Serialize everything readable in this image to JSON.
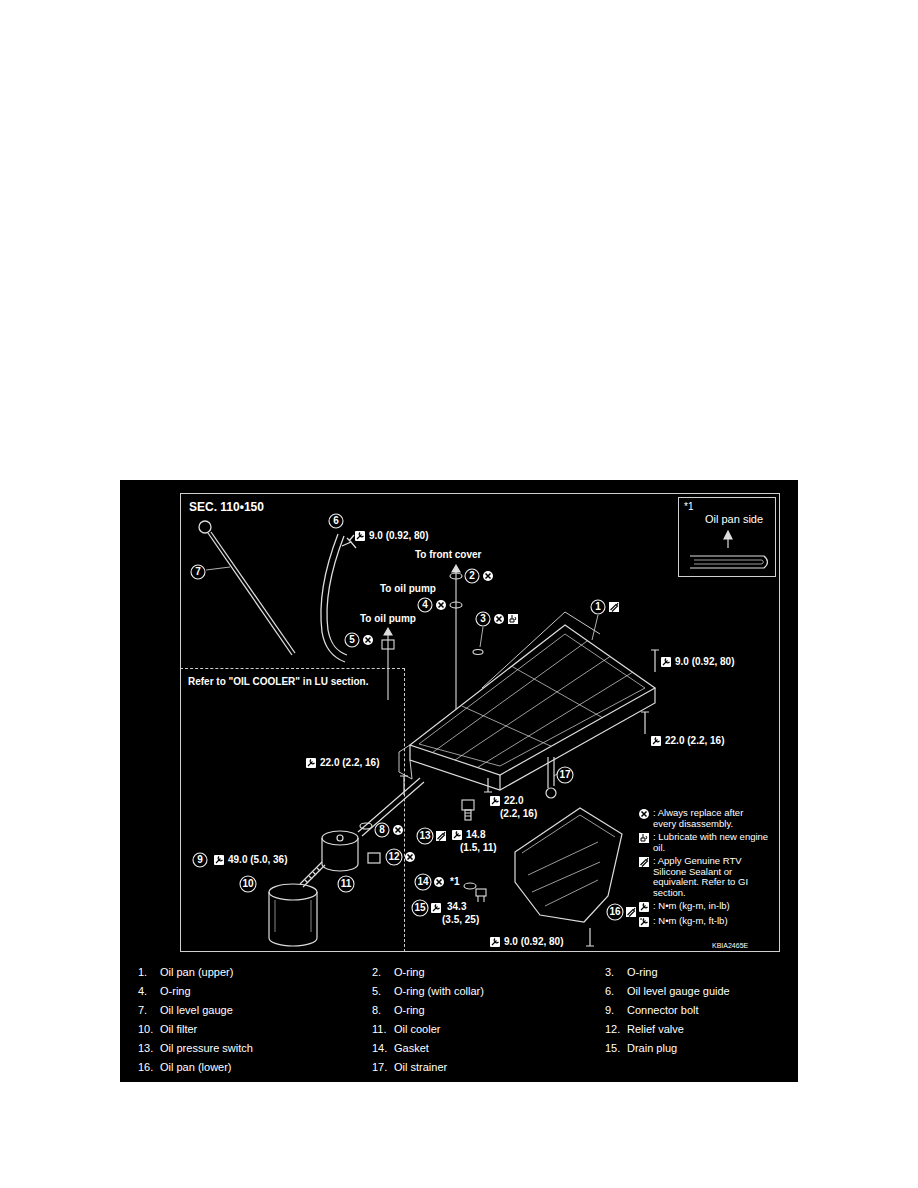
{
  "diagram": {
    "nodes": [
      {
        "text": [
          "SEC. 110•150"
        ]
      },
      {
        "text": [
          "*1",
          "Oil pan side"
        ],
        "in": 0
      },
      {
        "text": [
          "Refer to \"OIL COOLER\" in LU section."
        ],
        "in": 0
      }
    ],
    "labels": [
      "7",
      "6",
      "9.0 (0.92, 80)",
      "To front cover",
      "2",
      "To oil pump",
      "4",
      "To oil pump",
      "5",
      "3",
      "1",
      "9.0 (0.92, 80)",
      "22.0 (2.2, 16)",
      "22.0 (2.2, 16)",
      "17",
      "22.0",
      "(2.2, 16)",
      "8",
      "13",
      "14.8",
      "(1.5, 11)",
      "12",
      "9",
      "49.0 (5.0, 36)",
      "11",
      "10",
      "14",
      "*1",
      "15",
      "34.3",
      "(3.5, 25)",
      "16",
      "9.0 (0.92, 80)",
      "KBIA2465E",
      "1.",
      "Oil pan (upper)",
      "2.",
      "O-ring",
      "3.",
      "O-ring",
      "4.",
      "O-ring",
      "5.",
      "O-ring (with collar)",
      "6.",
      "Oil level gauge guide",
      "7.",
      "Oil level gauge",
      "8.",
      "O-ring",
      "9.",
      "Connector bolt",
      "10.",
      "Oil filter",
      "11.",
      "Oil cooler",
      "12.",
      "Relief valve",
      "13.",
      "Oil pressure switch",
      "14.",
      "Gasket",
      "15.",
      "Drain plug",
      "16.",
      "Oil pan (lower)",
      "17.",
      "Oil strainer"
    ],
    "legend": [
      {
        "text": ": Always replace after every disassembly."
      },
      {
        "text": ": Lubricate with new engine oil."
      },
      {
        "text": ": Apply Genuine RTV Silicone Sealant or equivalent. Refer to GI section."
      },
      {
        "text": ": N•m (kg-m, in-lb)"
      },
      {
        "text": ": N•m (kg-m, ft-lb)"
      }
    ]
  }
}
